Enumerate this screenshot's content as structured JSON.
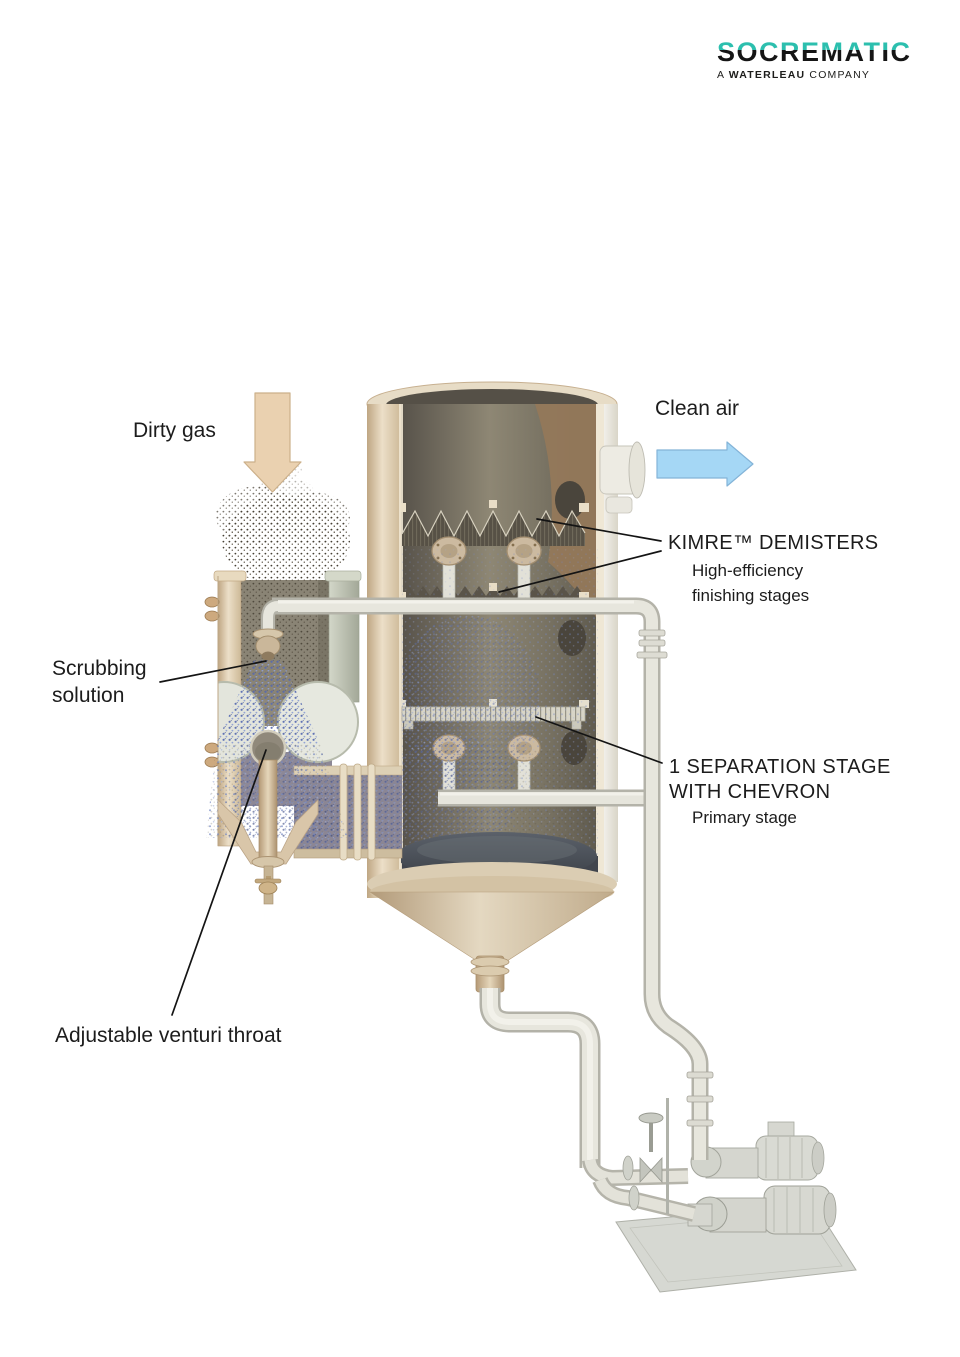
{
  "logo": {
    "brand": "SOCREMATIC",
    "tagline_a": "A",
    "tagline_company_bold": "WATERLEAU",
    "tagline_rest": "COMPANY",
    "accent_color": "#2cbfae"
  },
  "annotations": {
    "dirty_gas": "Dirty gas",
    "clean_air": "Clean air",
    "kimre": {
      "title": "KIMRE™ DEMISTERS",
      "sub1": "High-efficiency",
      "sub2": "finishing stages"
    },
    "scrubbing": "Scrubbing\nsolution",
    "separation": {
      "line1": "1 SEPARATION STAGE",
      "line2": "WITH CHEVRON",
      "sub": "Primary stage"
    },
    "venturi": "Adjustable venturi throat"
  },
  "colors": {
    "dirty_gas_arrow": "#ead1b0",
    "clean_air_arrow": "#a5d7f5",
    "leader_line": "#141414",
    "text": "#1c1c1c"
  }
}
